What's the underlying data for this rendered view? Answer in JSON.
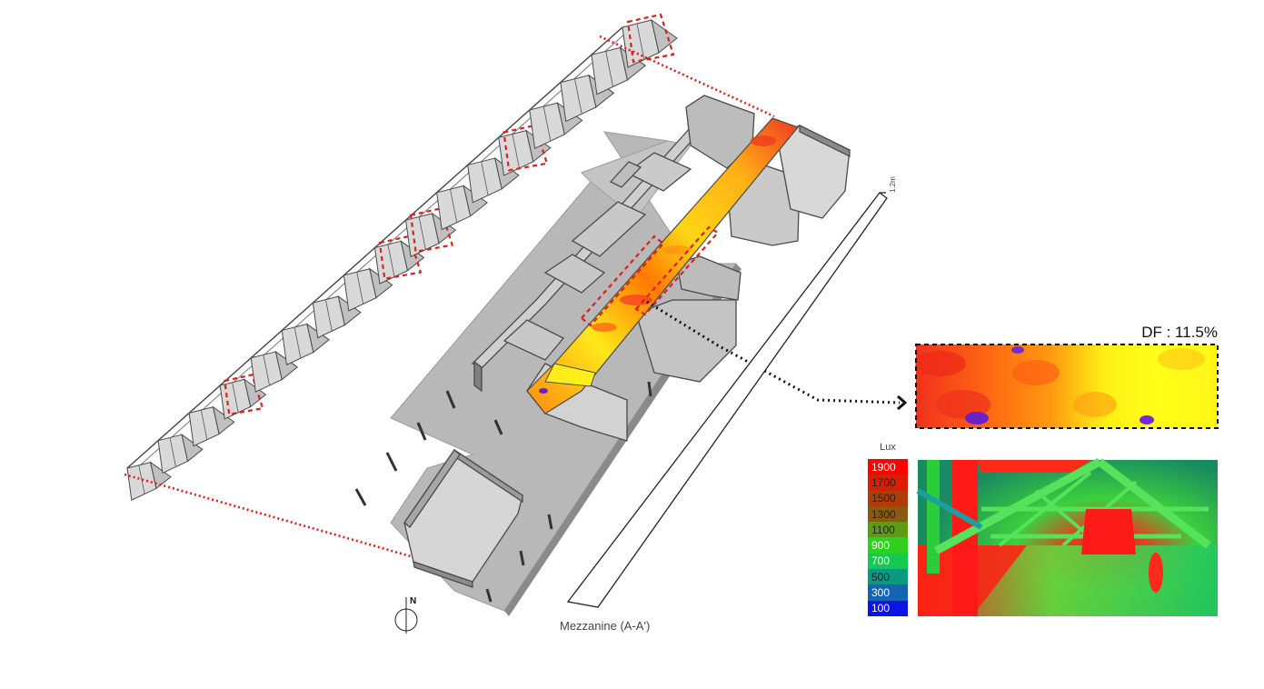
{
  "labels": {
    "df": "DF : 11.5%",
    "mezzanine": "Mezzanine (A-A')",
    "lux": "Lux",
    "scale": "1.2m",
    "north": "N"
  },
  "legend": [
    {
      "value": "1900",
      "color": "#ff0000",
      "text_color": "#ffffff"
    },
    {
      "value": "1700",
      "color": "#d81e05",
      "text_color": "#222222"
    },
    {
      "value": "1500",
      "color": "#b03c0a",
      "text_color": "#222222"
    },
    {
      "value": "1300",
      "color": "#8c5a0f",
      "text_color": "#222222"
    },
    {
      "value": "1100",
      "color": "#5f9a14",
      "text_color": "#222222"
    },
    {
      "value": "900",
      "color": "#2ed21e",
      "text_color": "#ffffff"
    },
    {
      "value": "700",
      "color": "#14c850",
      "text_color": "#ffffff"
    },
    {
      "value": "500",
      "color": "#0a9a82",
      "text_color": "#222222"
    },
    {
      "value": "300",
      "color": "#1464b4",
      "text_color": "#ffffff"
    },
    {
      "value": "100",
      "color": "#0a14e6",
      "text_color": "#ffffff"
    }
  ],
  "colors": {
    "red_dotted": "#d9211f",
    "slab_grey": "#b5b5b5",
    "heat_yellow": "#ffff14",
    "heat_orange": "#ff7a00",
    "heat_red": "#ee2a18",
    "heat_purple": "#6a22c8"
  }
}
